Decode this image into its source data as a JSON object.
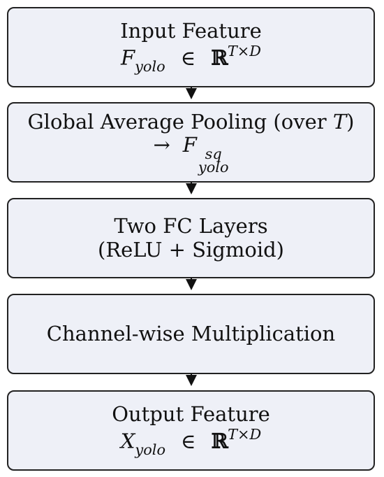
{
  "diagram": {
    "boxes": [
      {
        "title": "Input Feature",
        "formula": {
          "var": "F",
          "sub": "yolo",
          "relation": "∈",
          "space": "ℝ",
          "power": "T×D"
        }
      },
      {
        "title": "Global Average Pooling (over ",
        "title_var": "T",
        "title_close": ")",
        "formula": {
          "arrow": "→",
          "var": "F",
          "sup": "sq",
          "sub": "yolo"
        }
      },
      {
        "title": "Two FC Layers",
        "subtitle": "(ReLU + Sigmoid)"
      },
      {
        "title": "Channel-wise Multiplication"
      },
      {
        "title": "Output Feature",
        "formula": {
          "var": "X",
          "sub": "yolo",
          "relation": "∈",
          "space": "ℝ",
          "power": "T×D"
        }
      }
    ]
  }
}
